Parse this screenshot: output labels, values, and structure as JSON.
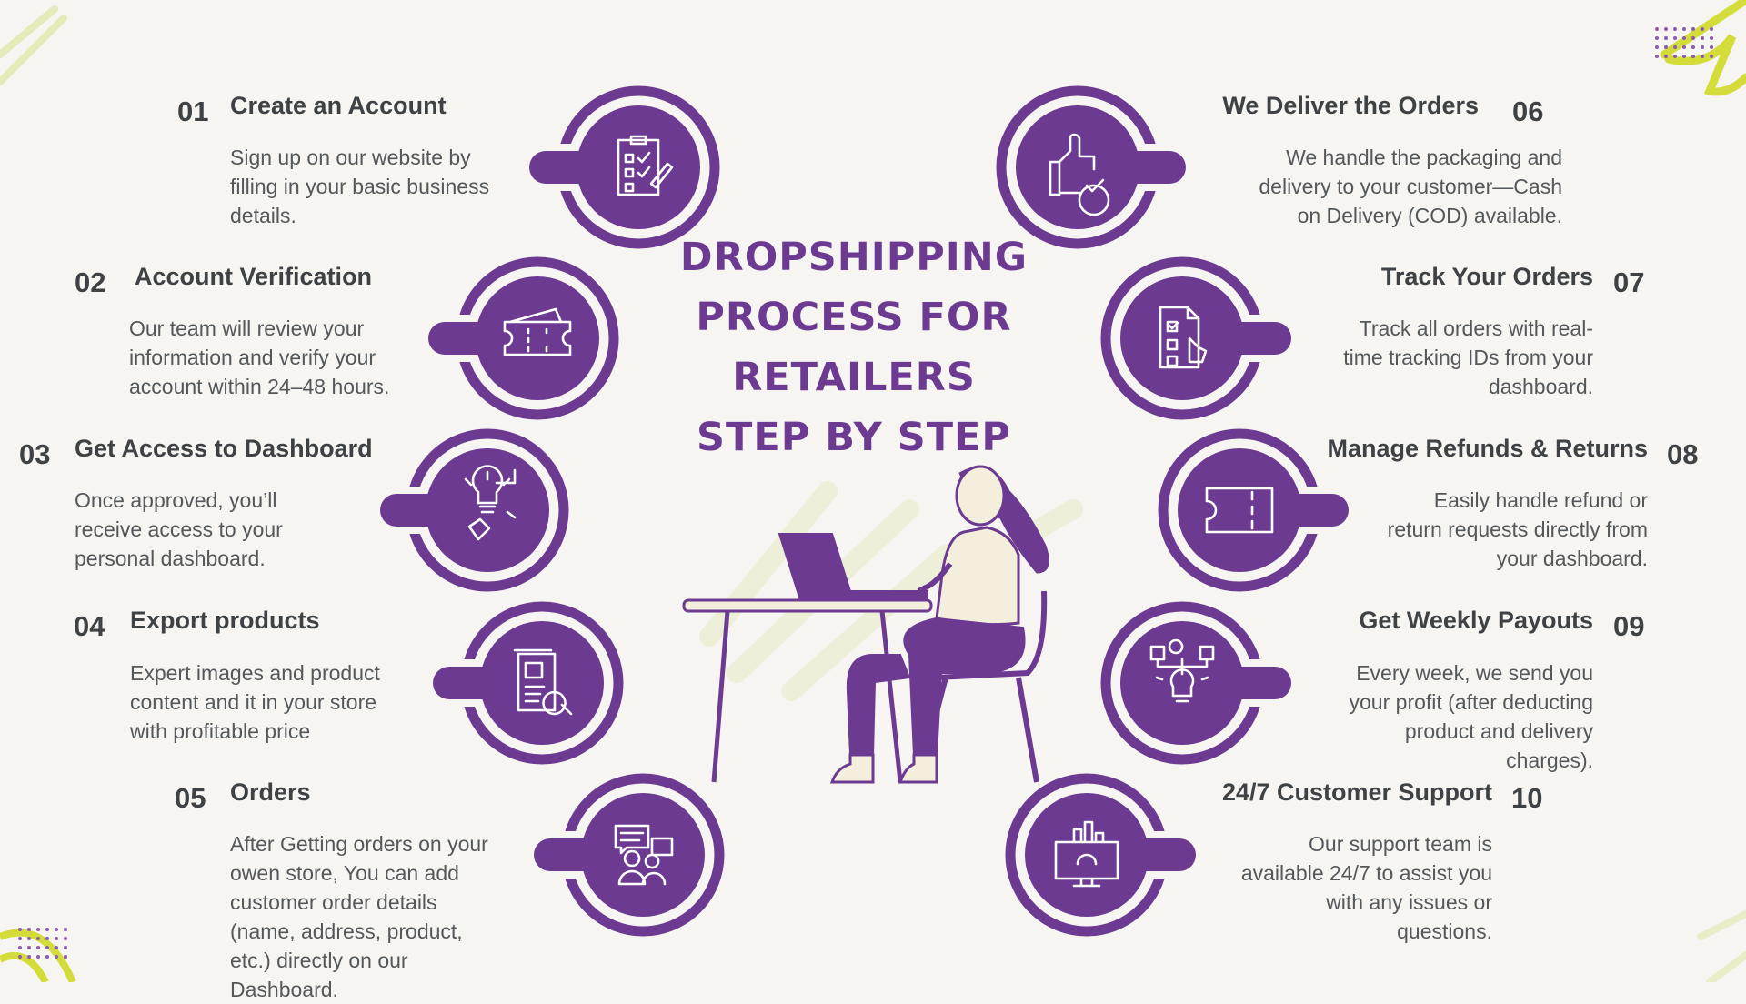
{
  "headline": [
    "DROPSHIPPING",
    "PROCESS FOR",
    "RETAILERS",
    "STEP BY STEP"
  ],
  "colors": {
    "purple": "#6c3a91",
    "accent": "#d4dc3a",
    "background": "#f6f5f2",
    "text": "#3f4245"
  },
  "steps": [
    {
      "number": "01",
      "title": "Create an Account",
      "description": "Sign up on our website by\nfilling in your basic business\ndetails.",
      "icon": "checklist-icon"
    },
    {
      "number": "02",
      "title": "Account Verification",
      "description": "Our team will review your\ninformation and verify your\naccount within 24–48 hours.",
      "icon": "ticket-icon"
    },
    {
      "number": "03",
      "title": "Get Access to Dashboard",
      "description": "Once approved, you’ll\nreceive access to your\npersonal dashboard.",
      "icon": "lightbulb-hand-icon"
    },
    {
      "number": "04",
      "title": "Export products",
      "description": "Expert images and product\ncontent and it in your store\nwith profitable price",
      "icon": "document-search-icon"
    },
    {
      "number": "05",
      "title": "Orders",
      "description": "After Getting orders on your\nowen store, You can add\ncustomer order details\n(name, address, product,\netc.) directly on our\nDashboard.",
      "icon": "customer-chat-icon"
    },
    {
      "number": "06",
      "title": "We Deliver the Orders",
      "description": "We handle the packaging and\ndelivery to your customer—Cash\non Delivery (COD) available.",
      "icon": "thumbs-up-check-icon"
    },
    {
      "number": "07",
      "title": "Track Your Orders",
      "description": "Track all orders with real-\ntime tracking IDs from your\ndashboard.",
      "icon": "document-touch-icon"
    },
    {
      "number": "08",
      "title": "Manage Refunds & Returns",
      "description": "Easily handle refund or\nreturn requests directly from\nyour dashboard.",
      "icon": "refund-ticket-icon"
    },
    {
      "number": "09",
      "title": "Get Weekly Payouts",
      "description": "Every week, we send you\nyour profit (after deducting\nproduct and delivery\ncharges).",
      "icon": "idea-network-icon"
    },
    {
      "number": "10",
      "title": "24/7 Customer Support",
      "description": "Our support team is\navailable 24/7 to assist you\nwith any issues or\nquestions.",
      "icon": "monitor-chart-icon"
    }
  ]
}
